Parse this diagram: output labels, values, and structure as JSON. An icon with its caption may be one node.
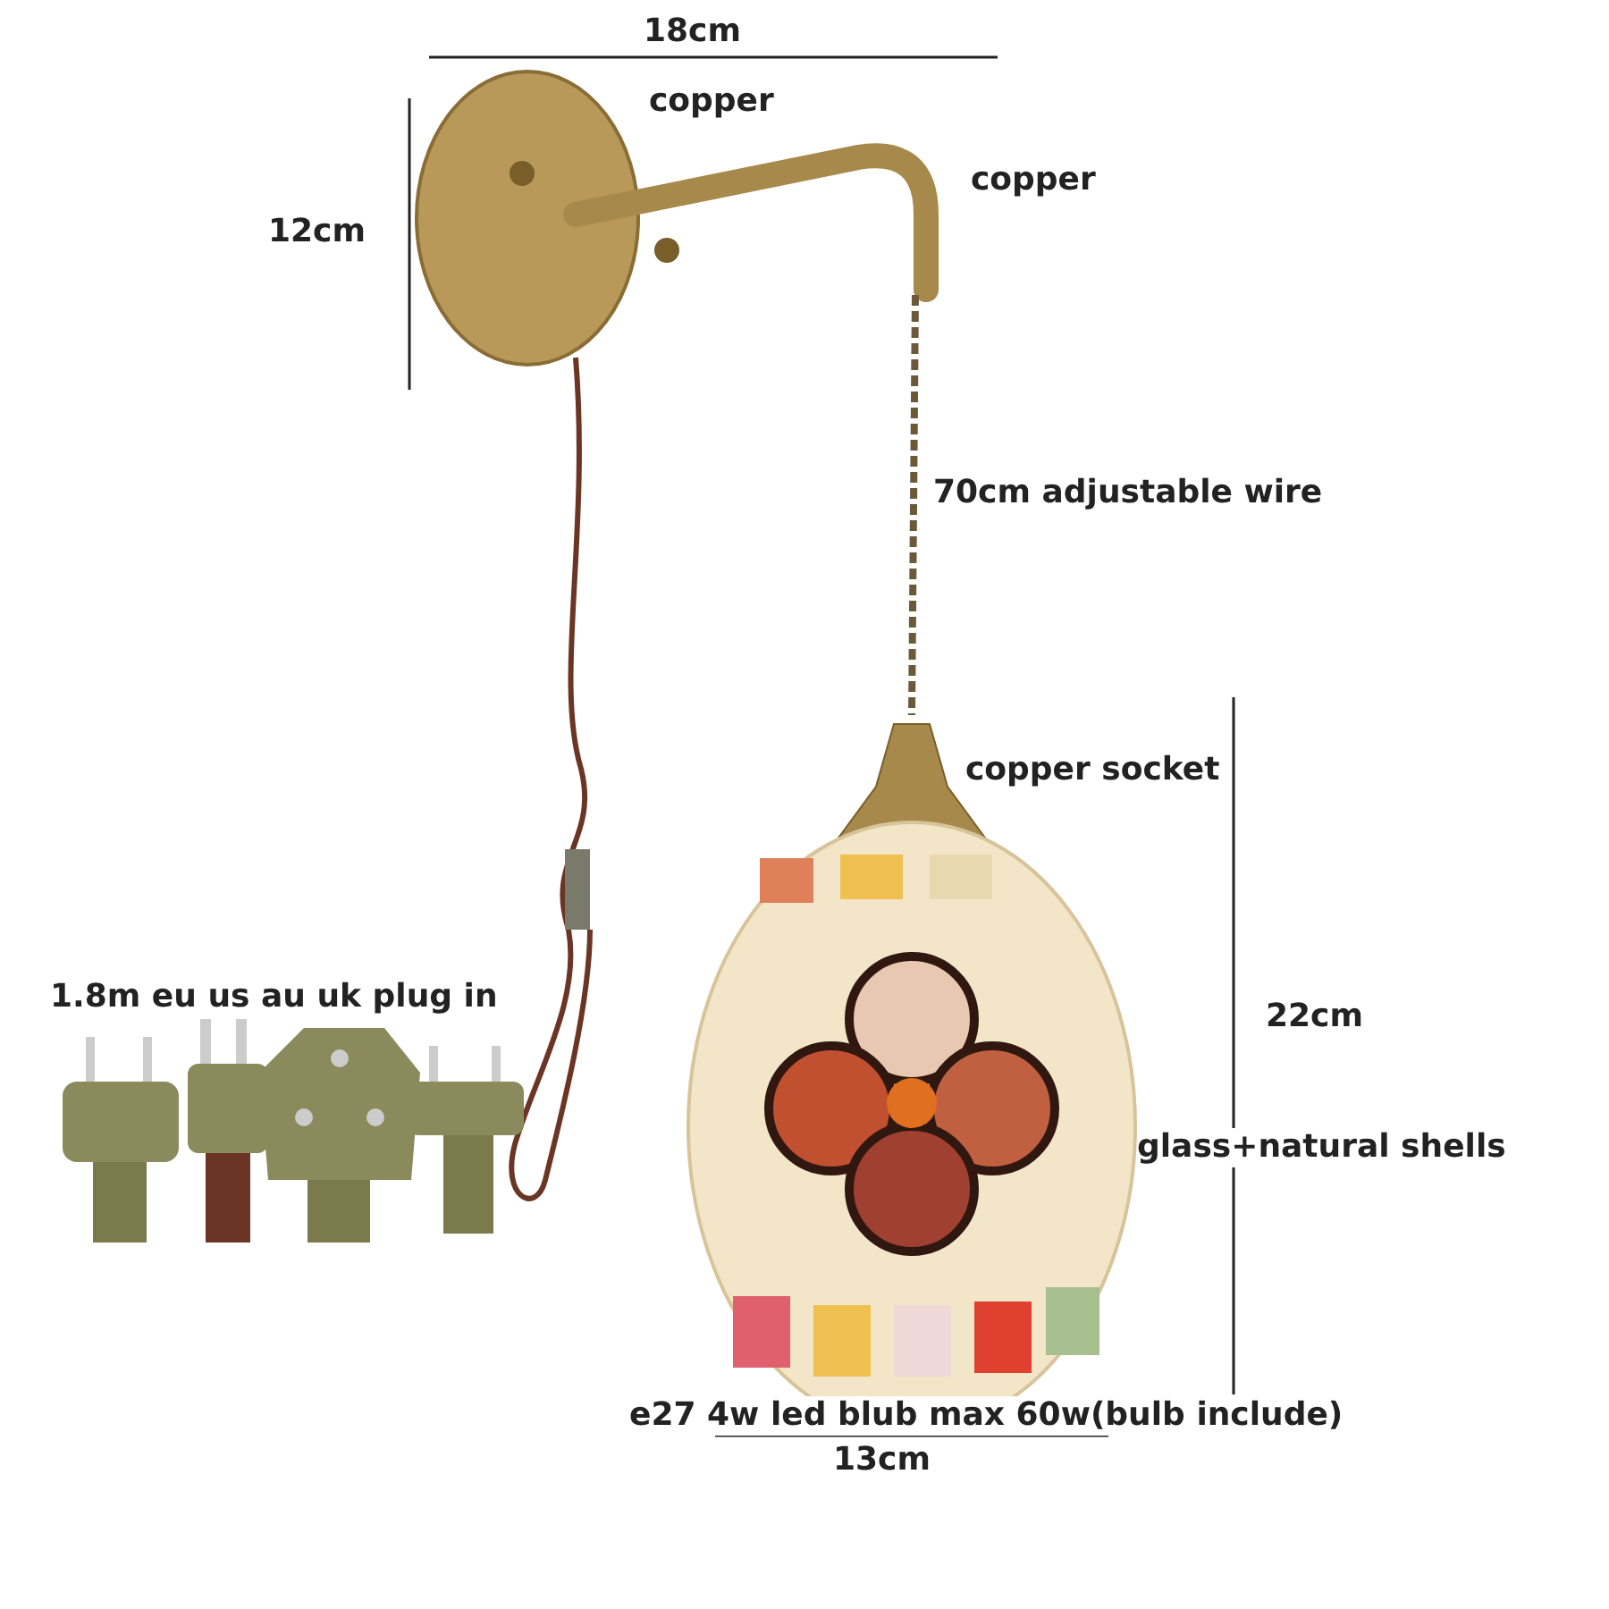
{
  "diagram": {
    "labels": [
      "18cm",
      "copper",
      "copper",
      "12cm",
      "70cm adjustable wire",
      "copper socket",
      "22cm",
      "1.8m eu us au uk plug in",
      "glass+natural shells",
      "e27 4w led blub max 60w(bulb include)",
      "13cm"
    ]
  }
}
